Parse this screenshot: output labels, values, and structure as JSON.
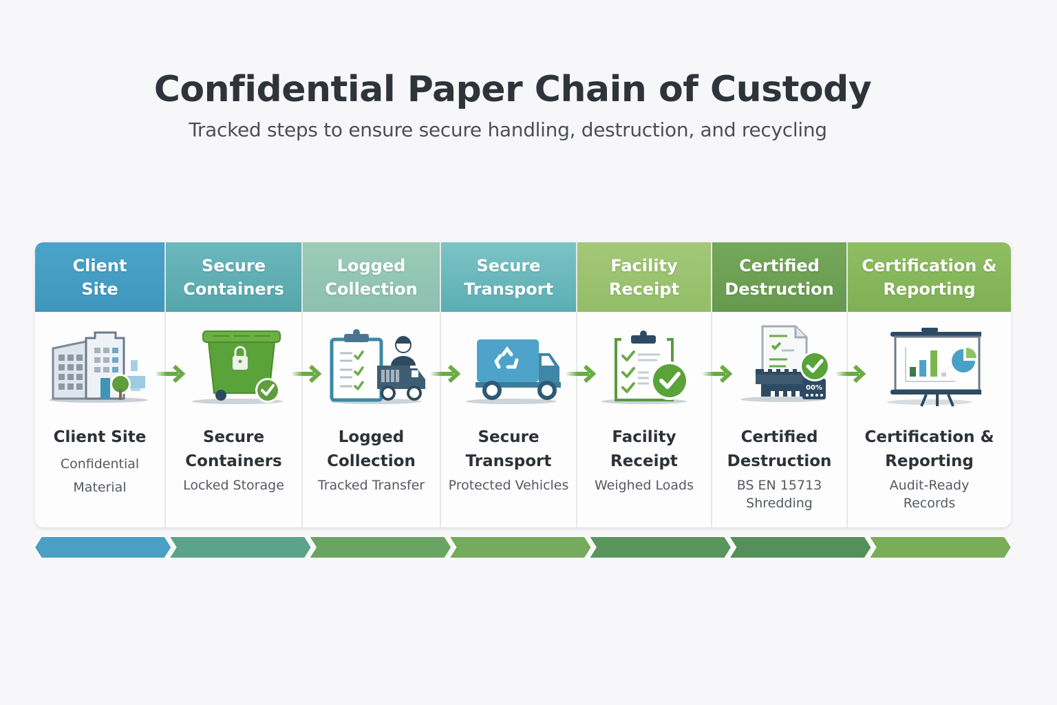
{
  "header": {
    "title": "Confidential Paper Chain of Custody",
    "subtitle": "Tracked steps to ensure secure handling, destruction, and recycling"
  },
  "steps": [
    {
      "head_lines": [
        "Client",
        "Site"
      ],
      "name_lines": [
        "Client Site"
      ],
      "desc_lines": [
        "Confidential",
        "Material"
      ],
      "icon": "office-building-icon",
      "head_color_from": "#4aa3c9",
      "head_color_to": "#3f97bd",
      "bar_color": "#4a9fc4"
    },
    {
      "head_lines": [
        "Secure",
        "Containers"
      ],
      "name_lines": [
        "Secure",
        "Containers"
      ],
      "desc_lines": [
        "Locked Storage"
      ],
      "icon": "locked-bin-icon",
      "head_color_from": "#6bb8bd",
      "head_color_to": "#55a6ab",
      "bar_color": "#5ba38a"
    },
    {
      "head_lines": [
        "Logged",
        "Collection"
      ],
      "name_lines": [
        "Logged",
        "Collection"
      ],
      "desc_lines": [
        "Tracked Transfer"
      ],
      "icon": "clipboard-driver-truck-icon",
      "head_color_from": "#9dcbb8",
      "head_color_to": "#8bc0b0",
      "bar_color": "#6aa463"
    },
    {
      "head_lines": [
        "Secure",
        "Transport"
      ],
      "name_lines": [
        "Secure",
        "Transport"
      ],
      "desc_lines": [
        "Protected Vehicles"
      ],
      "icon": "recycling-truck-icon",
      "head_color_from": "#7cc3c6",
      "head_color_to": "#5baeb2",
      "bar_color": "#74ab5c"
    },
    {
      "head_lines": [
        "Facility",
        "Receipt"
      ],
      "name_lines": [
        "Facility",
        "Receipt"
      ],
      "desc_lines": [
        "Weighed Loads"
      ],
      "icon": "checklist-approved-icon",
      "head_color_from": "#a3c878",
      "head_color_to": "#93bd68",
      "bar_color": "#5a965c"
    },
    {
      "head_lines": [
        "Certified",
        "Destruction"
      ],
      "name_lines": [
        "Certified",
        "Destruction"
      ],
      "desc_lines": [
        "BS EN 15713",
        "Shredding"
      ],
      "icon": "shredder-certificate-icon",
      "head_color_from": "#75a85a",
      "head_color_to": "#66994e",
      "bar_color": "#55905a"
    },
    {
      "head_lines": [
        "Certification &",
        "Reporting"
      ],
      "name_lines": [
        "Certification &",
        "Reporting"
      ],
      "desc_lines": [
        "Audit-Ready",
        "Records"
      ],
      "icon": "presentation-chart-icon",
      "head_color_from": "#8fbd63",
      "head_color_to": "#7fb055",
      "bar_color": "#7aad58"
    }
  ],
  "shredder_readout": "00%",
  "arrow_color": "#6aab45"
}
